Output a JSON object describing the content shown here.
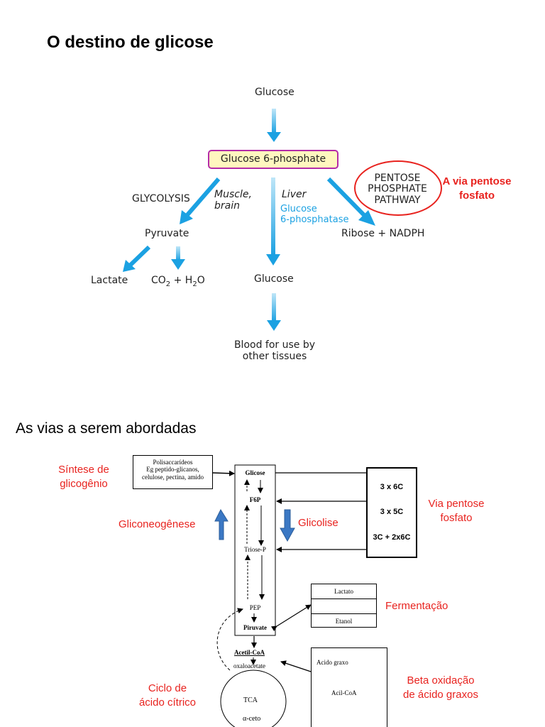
{
  "slide1": {
    "title": "O destino de glicose",
    "diagram": {
      "glucose_top": "Glucose",
      "glucose_6_phosphate": "Glucose 6-phosphate",
      "glycolysis": "GLYCOLYSIS",
      "muscle_brain": [
        "Muscle,",
        "brain"
      ],
      "liver": "Liver",
      "enzyme": [
        "Glucose",
        "6-phosphatase"
      ],
      "pentose": [
        "PENTOSE",
        "PHOSPHATE",
        "PATHWAY"
      ],
      "pyruvate": "Pyruvate",
      "ribose_nadph": "Ribose + NADPH",
      "lactate": "Lactate",
      "co2_h2o": {
        "co": "CO",
        "sub1": "2",
        "mid": " + H",
        "sub2": "2",
        "end": "O"
      },
      "glucose_mid": "Glucose",
      "blood": [
        "Blood for use by",
        "other tissues"
      ]
    },
    "annotation": [
      "A via pentose",
      "fosfato"
    ]
  },
  "slide2": {
    "title": "As vias a serem abordadas",
    "labels": {
      "sintese": [
        "Síntese de",
        "glicogênio"
      ],
      "gliconeogenese": "Gliconeogênese",
      "glicolise": "Glicolise",
      "via_pentose": [
        "Via pentose",
        "fosfato"
      ],
      "fermentacao": "Fermentação",
      "ciclo": [
        "Ciclo de",
        "ácido cítrico"
      ],
      "beta": [
        "Beta oxidação",
        "de ácido graxos"
      ]
    },
    "poly_box": [
      "Polisaccarídeos",
      "Eg peptido-glicanos,",
      "celulose, pectina, amido"
    ],
    "pathway": {
      "glicose": "Glicose",
      "f6p": "F6P",
      "triose": "Triose-P",
      "pep": "PEP",
      "piruvate": "Piruvate"
    },
    "pentose_box": [
      "3 x 6C",
      "3 x 5C",
      "3C + 2x6C"
    ],
    "ferment_box": [
      "Lactato",
      "",
      "Etanol"
    ],
    "acetil": "Acetil-CoA",
    "oxaloacetate": "oxaloacetate",
    "tca": "TCA",
    "alpha": "α-ceto",
    "acido_graxo": "Acido graxo",
    "acil_coa": "Acil-CoA"
  },
  "colors": {
    "accent_red": "#e8231f",
    "arrow_blue": "#1ba1e2",
    "box_border": "#b52ca8",
    "box_fill": "#fff7bf",
    "block_arrow": "#3b78c4"
  }
}
